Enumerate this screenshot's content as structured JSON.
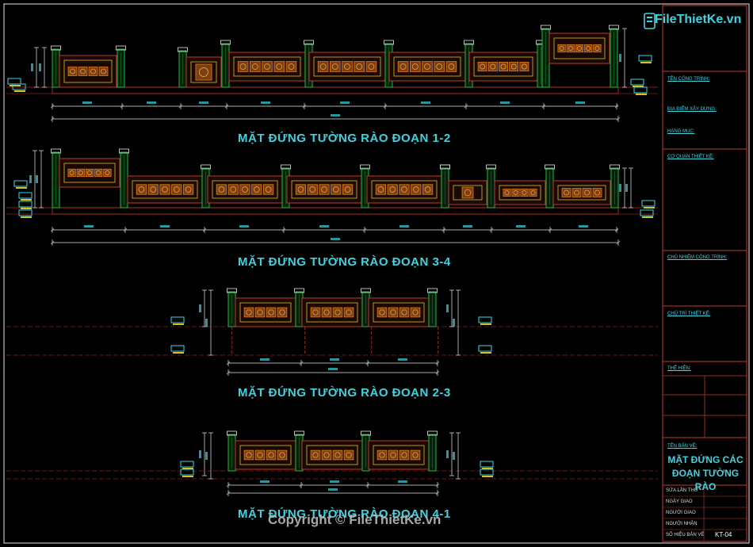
{
  "logo": {
    "brand": "FileThietKe.vn"
  },
  "copyright": "Copyright © FileThietKe.vn",
  "elevations": [
    {
      "id": "1-2",
      "title": "MẶT ĐỨNG TƯỜNG RÀO ĐOẠN 1-2"
    },
    {
      "id": "3-4",
      "title": "MẶT ĐỨNG TƯỜNG RÀO ĐOẠN 3-4"
    },
    {
      "id": "2-3",
      "title": "MẶT ĐỨNG TƯỜNG RÀO ĐOẠN 2-3"
    },
    {
      "id": "4-1",
      "title": "MẶT ĐỨNG TƯỜNG RÀO ĐOẠN 4-1"
    }
  ],
  "title_block": {
    "project_name": "TÊN CÔNG TRÌNH:",
    "location": "ĐỊA ĐIỂM XÂY DỰNG:",
    "category": "HẠNG MỤC:",
    "design_agency": "CƠ QUAN THIẾT KẾ:",
    "project_manager": "CHỦ NHIỆM CÔNG TRÌNH:",
    "chief_designer": "CHỦ TRÌ THIẾT KẾ:",
    "executed_by": "THỂ HIỆN:",
    "drawing_name_label": "TÊN BẢN VẼ:",
    "drawing_name_line1": "MẶT ĐỨNG CÁC",
    "drawing_name_line2": "ĐOẠN TƯỜNG RÀO",
    "revision": "SỬA LẦN THỨ",
    "date_issued": "NGÀY GIAO",
    "issued_by": "NGƯỜI GIAO",
    "received_by": "NGƯỜI NHẬN",
    "sheet_number_label": "SỐ HIỆU BẢN VẼ",
    "sheet_number": "KT-04"
  }
}
